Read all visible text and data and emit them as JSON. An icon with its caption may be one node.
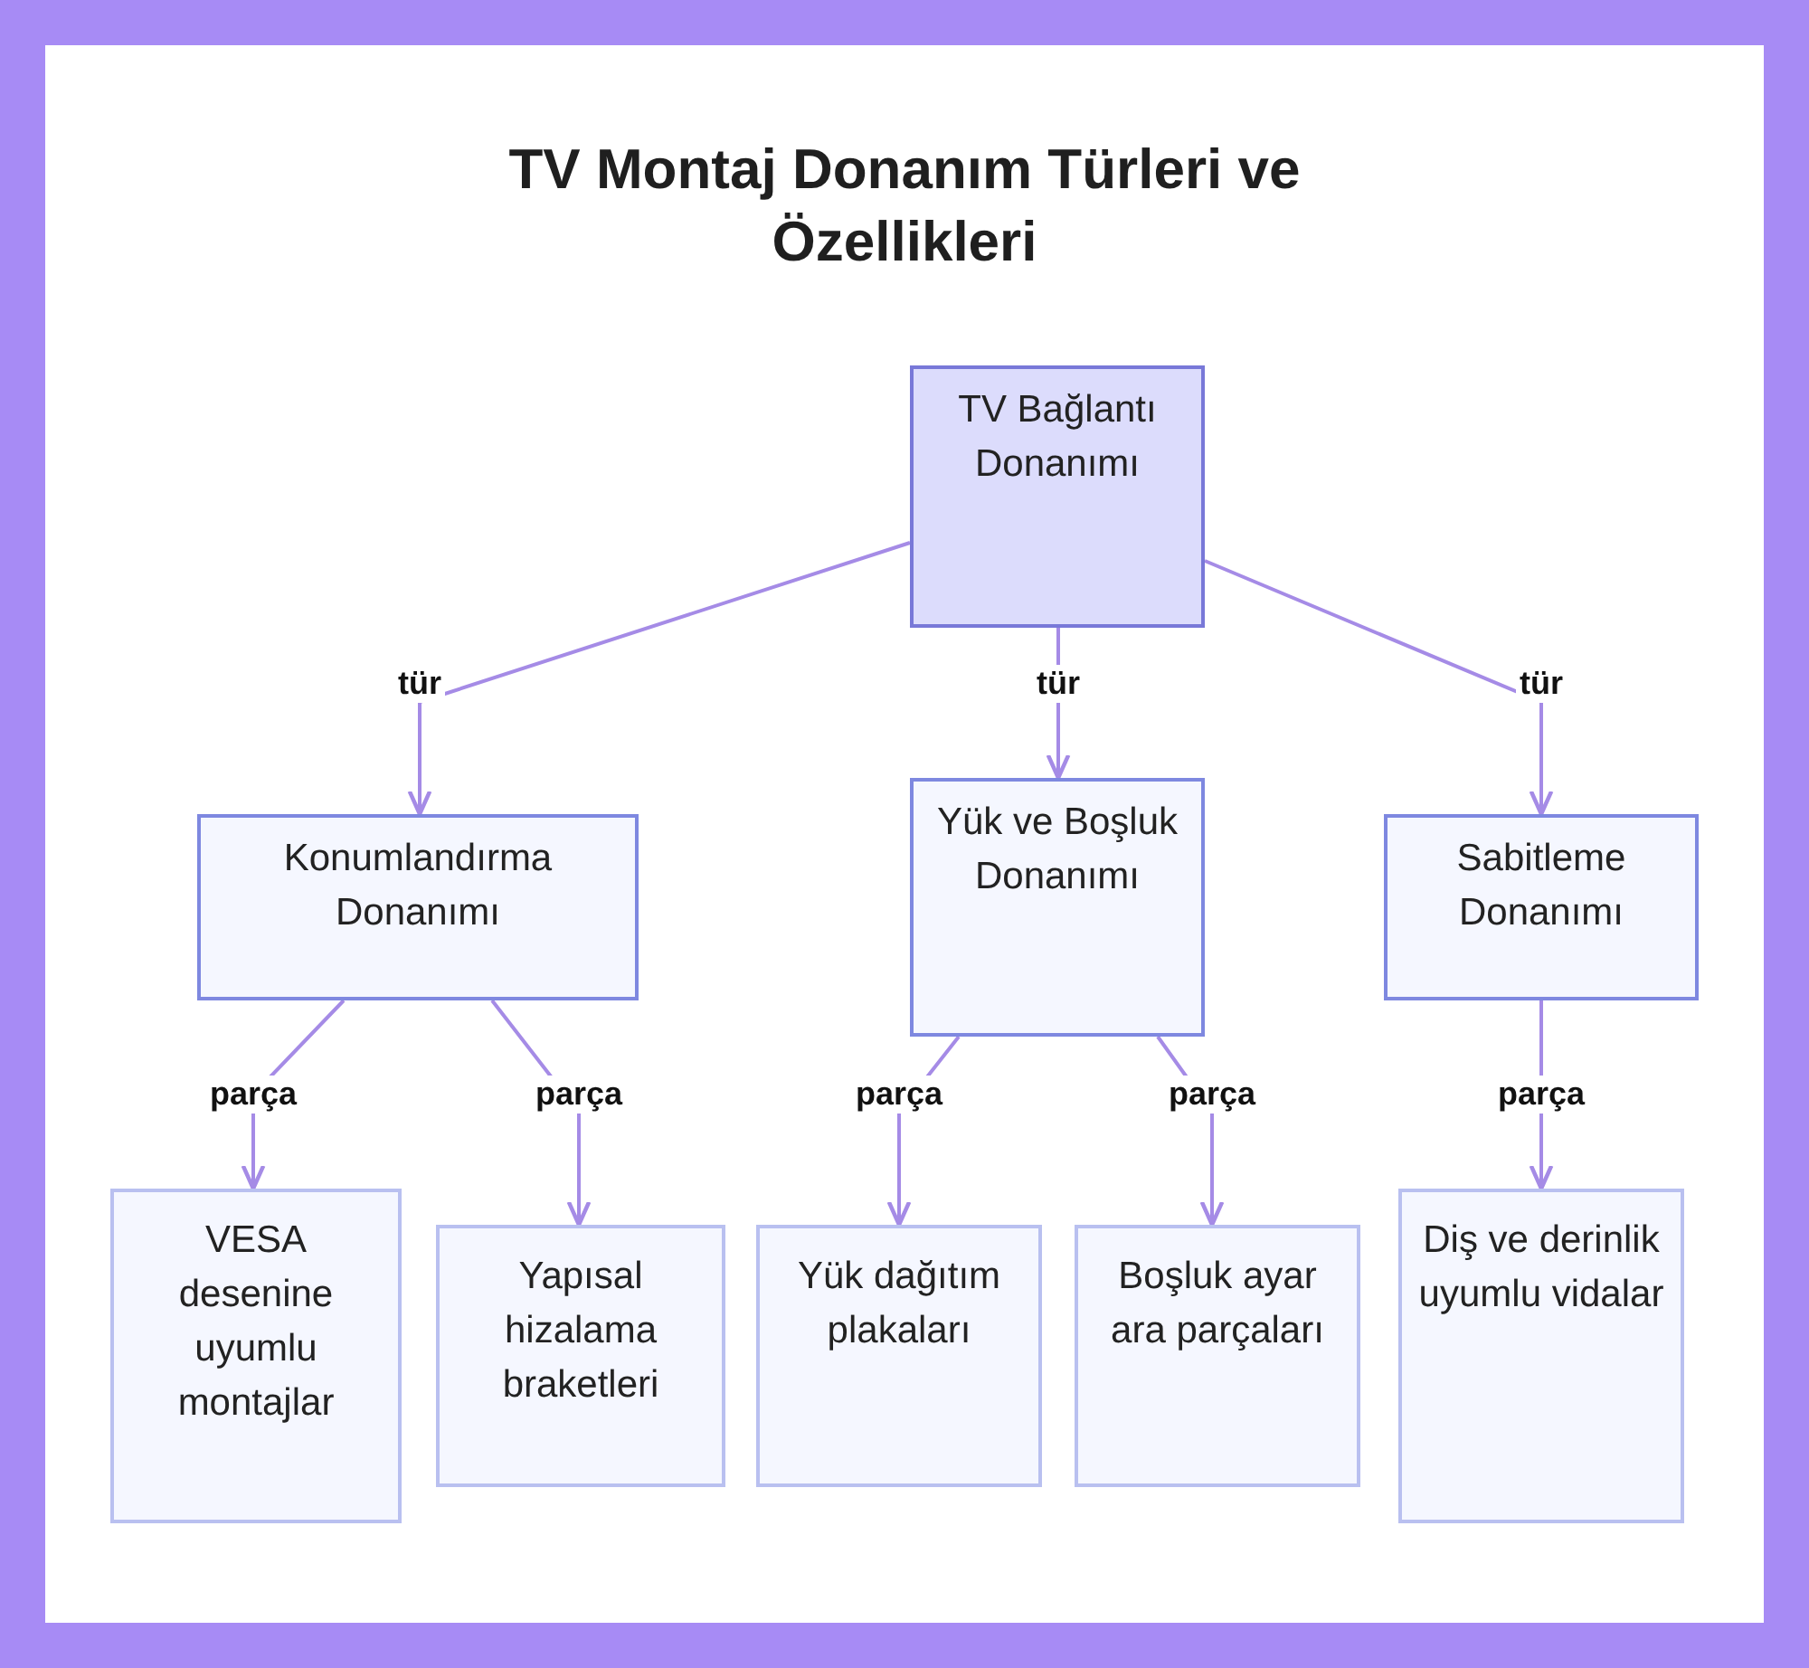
{
  "diagram": {
    "title": "TV Montaj Donanım Türleri ve Özellikleri",
    "nodes": [
      {
        "text": [
          "TV Bağlantı Donanımı"
        ]
      },
      {
        "text": [
          "Konumlandırma Donanımı"
        ]
      },
      {
        "text": [
          "Yük ve Boşluk Donanımı"
        ]
      },
      {
        "text": [
          "Sabitleme Donanımı"
        ]
      },
      {
        "text": [
          "VESA desenine uyumlu montajlar"
        ]
      },
      {
        "text": [
          "Yapısal hizalama braketleri"
        ]
      },
      {
        "text": [
          "Yük dağıtım plakaları"
        ]
      },
      {
        "text": [
          "Boşluk ayar ara parçaları"
        ]
      },
      {
        "text": [
          "Diş ve derinlik uyumlu vidalar"
        ]
      }
    ],
    "edges": [
      {
        "from": 0,
        "to": 1,
        "arrow": "to",
        "label": "tür"
      },
      {
        "from": 0,
        "to": 2,
        "arrow": "to",
        "label": "tür"
      },
      {
        "from": 0,
        "to": 3,
        "arrow": "to",
        "label": "tür"
      },
      {
        "from": 1,
        "to": 4,
        "arrow": "to",
        "label": "parça"
      },
      {
        "from": 1,
        "to": 5,
        "arrow": "to",
        "label": "parça"
      },
      {
        "from": 2,
        "to": 6,
        "arrow": "to",
        "label": "parça"
      },
      {
        "from": 2,
        "to": 7,
        "arrow": "to",
        "label": "parça"
      },
      {
        "from": 3,
        "to": 8,
        "arrow": "to",
        "label": "parça"
      }
    ]
  }
}
